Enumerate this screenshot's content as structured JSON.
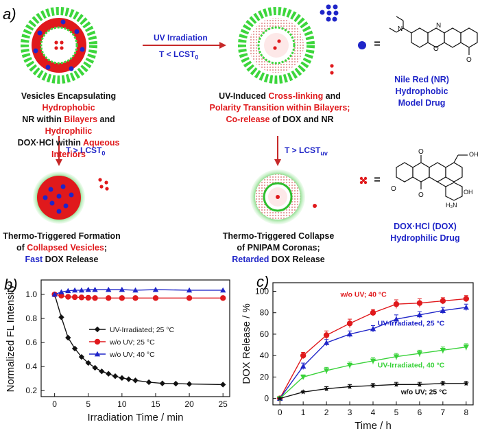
{
  "panel_a": {
    "label": "a)",
    "arrow_uv": {
      "line1": "UV Irradiation",
      "line2": "T < LCST",
      "line2_sub": "0"
    },
    "arrow_left_down": {
      "text": "T > LCST",
      "sub": "0"
    },
    "arrow_right_down": {
      "text": "T > LCST",
      "sub": "uv"
    },
    "caption_vesicles": [
      [
        {
          "t": "Vesicles Encapsulating ",
          "c": "k"
        },
        {
          "t": "Hydrophobic",
          "c": "r"
        }
      ],
      [
        {
          "t": "NR within ",
          "c": "k"
        },
        {
          "t": "Bilayers",
          "c": "r"
        },
        {
          "t": " and ",
          "c": "k"
        },
        {
          "t": "Hydrophilic",
          "c": "r"
        }
      ],
      [
        {
          "t": "DOX·HCl within ",
          "c": "k"
        },
        {
          "t": "Aqueous Interiors",
          "c": "r"
        }
      ]
    ],
    "caption_uv": [
      [
        {
          "t": "UV-Induced ",
          "c": "k"
        },
        {
          "t": "Cross-linking",
          "c": "r"
        },
        {
          "t": " and",
          "c": "k"
        }
      ],
      [
        {
          "t": "Polarity Transition within Bilayers;",
          "c": "r"
        }
      ],
      [
        {
          "t": "Co-release",
          "c": "r"
        },
        {
          "t": " of DOX and NR",
          "c": "k"
        }
      ]
    ],
    "caption_collapsed": [
      [
        {
          "t": "Thermo-Triggered Formation",
          "c": "k"
        }
      ],
      [
        {
          "t": "of ",
          "c": "k"
        },
        {
          "t": "Collapsed Vesicles",
          "c": "r"
        },
        {
          "t": ";",
          "c": "k"
        }
      ],
      [
        {
          "t": "Fast",
          "c": "b"
        },
        {
          "t": " DOX Release",
          "c": "k"
        }
      ]
    ],
    "caption_retarded": [
      [
        {
          "t": "Thermo-Triggered Collapse",
          "c": "k"
        }
      ],
      [
        {
          "t": "of PNIPAM Coronas;",
          "c": "k"
        }
      ],
      [
        {
          "t": "Retarded",
          "c": "b"
        },
        {
          "t": " DOX Release",
          "c": "k"
        }
      ]
    ],
    "nile_red": {
      "eq": "=",
      "line1": "Nile Red (NR)",
      "line2": "Hydrophobic",
      "line3": "Model Drug"
    },
    "dox": {
      "eq": "=",
      "line1": "DOX·HCl (DOX)",
      "line2": "Hydrophilic Drug"
    }
  },
  "colors": {
    "red": "#e0191c",
    "blue": "#1f25c8",
    "green": "#39d23a",
    "black": "#111111"
  },
  "chart_data": [
    {
      "panel": "b)",
      "type": "line",
      "xlabel": "Irradiation Time / min",
      "ylabel": "Normalized FL Intensity",
      "xlim": [
        -2,
        26
      ],
      "ylim": [
        0.15,
        1.12
      ],
      "xticks": [
        0,
        5,
        10,
        15,
        20,
        25
      ],
      "yticks": [
        0.2,
        0.4,
        0.6,
        0.8,
        1.0
      ],
      "ytick_labels": [
        "0.2",
        "0.4",
        "0.6",
        "0.8",
        "1.0"
      ],
      "legend": "center-right",
      "series": [
        {
          "name": "UV-Irradiated; 25 °C",
          "color": "#111111",
          "marker": "diamond",
          "x": [
            0,
            1,
            2,
            3,
            4,
            5,
            6,
            7,
            8,
            9,
            10,
            11,
            12,
            14,
            16,
            18,
            20,
            25
          ],
          "y": [
            1.0,
            0.81,
            0.64,
            0.55,
            0.48,
            0.43,
            0.39,
            0.36,
            0.34,
            0.32,
            0.305,
            0.295,
            0.285,
            0.27,
            0.26,
            0.258,
            0.255,
            0.25
          ]
        },
        {
          "name": "w/o UV; 25 °C",
          "color": "#e0191c",
          "marker": "circle",
          "x": [
            0,
            1,
            2,
            3,
            4,
            5,
            6,
            8,
            10,
            12,
            15,
            20,
            25
          ],
          "y": [
            1.0,
            0.99,
            0.98,
            0.977,
            0.975,
            0.972,
            0.97,
            0.97,
            0.97,
            0.97,
            0.97,
            0.97,
            0.97
          ]
        },
        {
          "name": "w/o UV; 40 °C",
          "color": "#1f25c8",
          "marker": "triangle",
          "x": [
            0,
            1,
            2,
            3,
            4,
            5,
            6,
            8,
            10,
            12,
            15,
            20,
            25
          ],
          "y": [
            1.0,
            1.02,
            1.03,
            1.035,
            1.035,
            1.04,
            1.04,
            1.04,
            1.04,
            1.035,
            1.04,
            1.035,
            1.035
          ]
        }
      ]
    },
    {
      "panel": "c)",
      "type": "line",
      "xlabel": "Time / h",
      "ylabel": "DOX Release / %",
      "xlim": [
        -0.3,
        8.3
      ],
      "ylim": [
        -6,
        108
      ],
      "xticks": [
        0,
        1,
        2,
        3,
        4,
        5,
        6,
        7,
        8
      ],
      "yticks": [
        0,
        20,
        40,
        60,
        80,
        100
      ],
      "legend": "inline labels",
      "series": [
        {
          "name": "w/o UV; 40 °C",
          "color": "#e0191c",
          "marker": "circle",
          "x": [
            0,
            1,
            2,
            3,
            4,
            5,
            6,
            7,
            8
          ],
          "y": [
            0,
            40,
            59,
            70,
            80,
            88,
            89,
            91,
            93
          ],
          "err": [
            0,
            3,
            4,
            4,
            3,
            4,
            4,
            3,
            3
          ]
        },
        {
          "name": "UV-Irradiated, 25 °C",
          "color": "#1f25c8",
          "marker": "triangle",
          "x": [
            0,
            1,
            2,
            3,
            4,
            5,
            6,
            7,
            8
          ],
          "y": [
            0,
            30,
            52,
            60,
            65,
            74,
            78,
            82,
            85
          ],
          "err": [
            0,
            3,
            3,
            3,
            3,
            4,
            3,
            3,
            3
          ]
        },
        {
          "name": "UV-Irradiated, 40 °C",
          "color": "#39d23a",
          "marker": "triangle-down",
          "x": [
            0,
            1,
            2,
            3,
            4,
            5,
            6,
            7,
            8
          ],
          "y": [
            0,
            20,
            26,
            31,
            35,
            39,
            42,
            45,
            48
          ],
          "err": [
            0,
            2,
            3,
            3,
            3,
            3,
            3,
            3,
            3
          ]
        },
        {
          "name": "w/o UV; 25 °C",
          "color": "#111111",
          "marker": "star",
          "x": [
            0,
            1,
            2,
            3,
            4,
            5,
            6,
            7,
            8
          ],
          "y": [
            0,
            6,
            9,
            11,
            12,
            13,
            13,
            14,
            14
          ],
          "err": [
            0,
            1,
            2,
            2,
            2,
            2,
            2,
            2,
            2
          ]
        }
      ]
    }
  ]
}
